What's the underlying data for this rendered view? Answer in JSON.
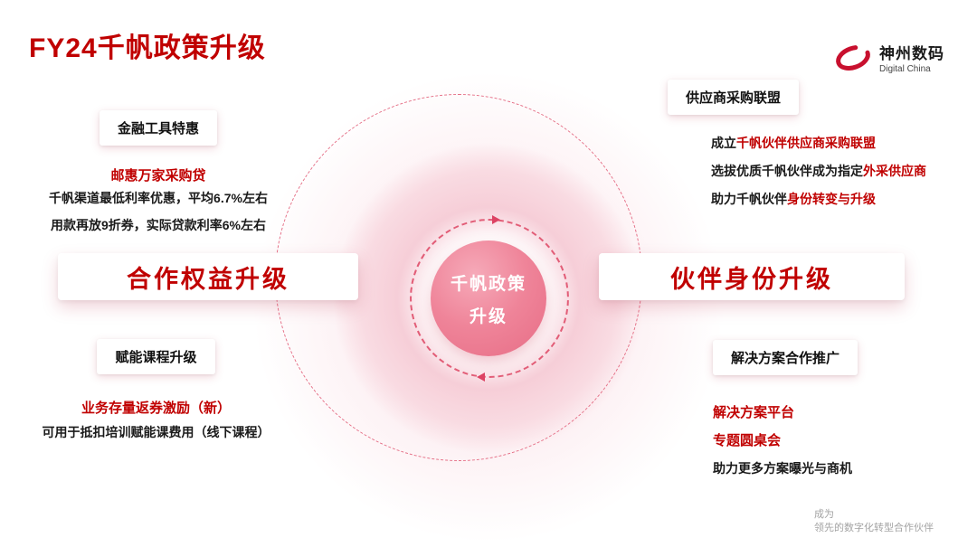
{
  "header": {
    "title": "FY24千帆政策升级",
    "brand_name": "神州数码",
    "brand_subtitle": "Digital China"
  },
  "center": {
    "line1": "千帆政策",
    "line2": "升级"
  },
  "left": {
    "finance": {
      "heading": "金融工具特惠",
      "subheading": "邮惠万家采购贷",
      "line1": "千帆渠道最低利率优惠，平均6.7%左右",
      "line2": "用款再放9折券，实际贷款利率6%左右"
    },
    "main_label": "合作权益升级",
    "course": {
      "heading": "赋能课程升级",
      "subheading": "业务存量返券激励（新）",
      "line1": "可用于抵扣培训赋能课费用（线下课程）"
    }
  },
  "right": {
    "alliance": {
      "heading": "供应商采购联盟",
      "lines": [
        {
          "prefix": "成立",
          "highlight": "千帆伙伴供应商采购联盟"
        },
        {
          "prefix": "选拔优质千帆伙伴成为指定",
          "highlight": "外采供应商"
        },
        {
          "prefix": "助力千帆伙伴",
          "highlight": "身份转变与升级"
        }
      ]
    },
    "main_label": "伙伴身份升级",
    "solution": {
      "heading": "解决方案合作推广",
      "highlight1": "解决方案平台",
      "highlight2": "专题圆桌会",
      "line1": "助力更多方案曝光与商机"
    }
  },
  "footer": {
    "line1": "成为",
    "line2": "领先的数字化转型合作伙伴"
  },
  "colors": {
    "accent_red": "#c00000",
    "core_pink": "#ef8499",
    "ring_pink": "#f6ccd6",
    "dash_pink": "#e25d77",
    "footer_gray": "#a3a3a3"
  }
}
